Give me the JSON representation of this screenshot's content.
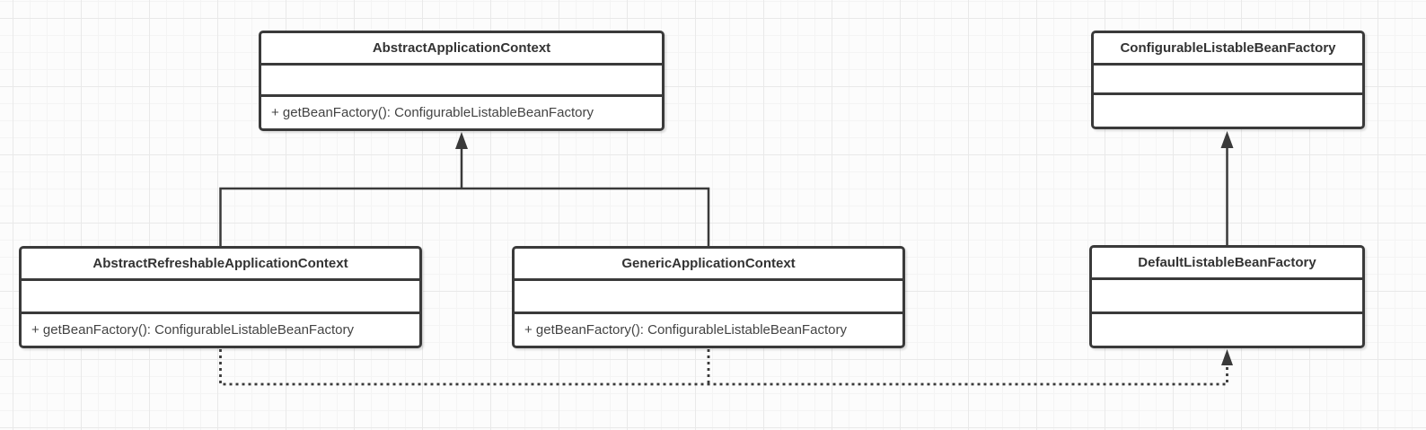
{
  "diagram": {
    "type": "uml-class-diagram",
    "classes": [
      {
        "name": "AbstractApplicationContext",
        "attributes": "",
        "methods": "+ getBeanFactory(): ConfigurableListableBeanFactory"
      },
      {
        "name": "ConfigurableListableBeanFactory",
        "attributes": "",
        "methods": ""
      },
      {
        "name": "AbstractRefreshableApplicationContext",
        "attributes": "",
        "methods": "+ getBeanFactory(): ConfigurableListableBeanFactory"
      },
      {
        "name": "GenericApplicationContext",
        "attributes": "",
        "methods": "+ getBeanFactory(): ConfigurableListableBeanFactory"
      },
      {
        "name": "DefaultListableBeanFactory",
        "attributes": "",
        "methods": ""
      }
    ],
    "relationships": [
      {
        "type": "generalization",
        "from": "AbstractRefreshableApplicationContext",
        "to": "AbstractApplicationContext",
        "line": "solid",
        "arrowhead": "filled-triangle"
      },
      {
        "type": "generalization",
        "from": "GenericApplicationContext",
        "to": "AbstractApplicationContext",
        "line": "solid",
        "arrowhead": "filled-triangle"
      },
      {
        "type": "generalization",
        "from": "DefaultListableBeanFactory",
        "to": "ConfigurableListableBeanFactory",
        "line": "solid",
        "arrowhead": "filled-triangle"
      },
      {
        "type": "dependency",
        "from": "AbstractRefreshableApplicationContext",
        "to": "DefaultListableBeanFactory",
        "line": "dotted",
        "arrowhead": "filled-triangle"
      },
      {
        "type": "dependency",
        "from": "GenericApplicationContext",
        "to": "DefaultListableBeanFactory",
        "line": "dotted",
        "arrowhead": "filled-triangle"
      }
    ],
    "colors": {
      "node_border": "#3a3a3a",
      "node_fill": "#ffffff",
      "text": "#3a3a3a",
      "canvas_bg": "#fcfcfc",
      "grid_minor": "#f4f4f4",
      "grid_major": "#e9e9e9"
    }
  }
}
